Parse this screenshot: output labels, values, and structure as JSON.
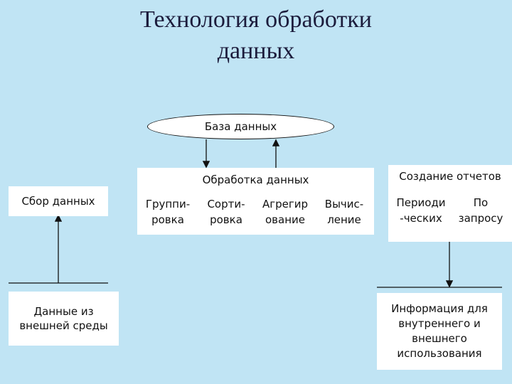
{
  "title": {
    "line1": "Технология обработки",
    "line2": "данных"
  },
  "database": {
    "label": "База данных"
  },
  "processing": {
    "header": "Обработка данных",
    "steps": [
      {
        "line1": "Группи-",
        "line2": "ровка"
      },
      {
        "line1": "Сорти-",
        "line2": "ровка"
      },
      {
        "line1": "Агрегир",
        "line2": "ование"
      },
      {
        "line1": "Вычис-",
        "line2": "ление"
      }
    ]
  },
  "collection": {
    "label": "Сбор данных"
  },
  "external_data": {
    "label": "Данные из внешней среды"
  },
  "reports": {
    "header": "Создание отчетов",
    "periodic": {
      "line1": "Периоди",
      "line2": "-ческих"
    },
    "on_request": {
      "line1": "По",
      "line2": "запросу"
    }
  },
  "output": {
    "label": "Информация для внутреннего и внешнего использования"
  },
  "colors": {
    "background": "#c0e4f4",
    "box": "#ffffff",
    "title": "#1c1c3c",
    "line": "#111111"
  }
}
